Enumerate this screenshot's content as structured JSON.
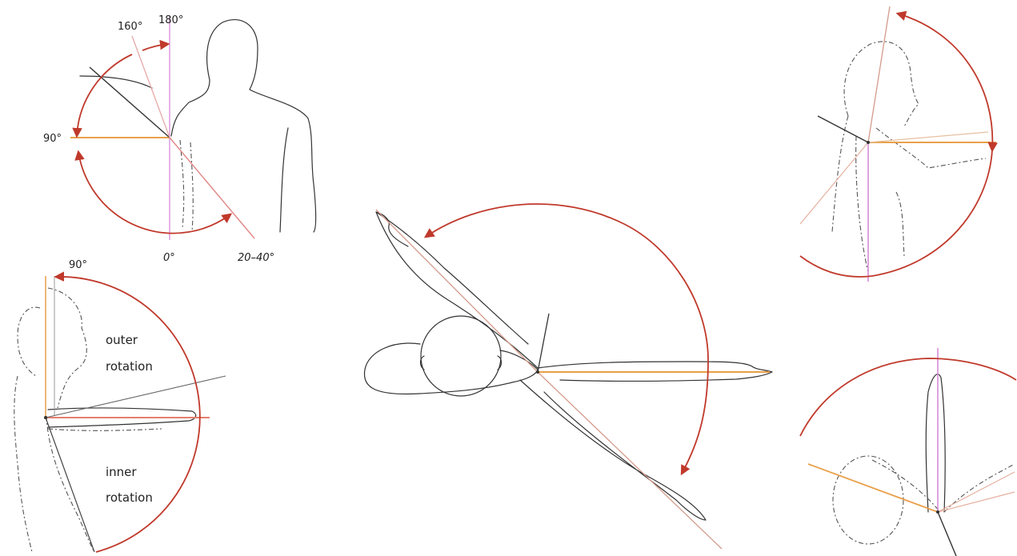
{
  "figures": {
    "top_left": {
      "labels": [
        "180°",
        "160°",
        "90°",
        "0°",
        "20–40°"
      ]
    },
    "bottom_left": {
      "labels": [
        "90°",
        "outer",
        "rotation",
        "inner",
        "rotation"
      ]
    }
  },
  "colors": {
    "arc": "#c0392b",
    "axis_orange": "#e9a04a",
    "axis_pink": "#d98ad9",
    "outline": "#333333"
  }
}
